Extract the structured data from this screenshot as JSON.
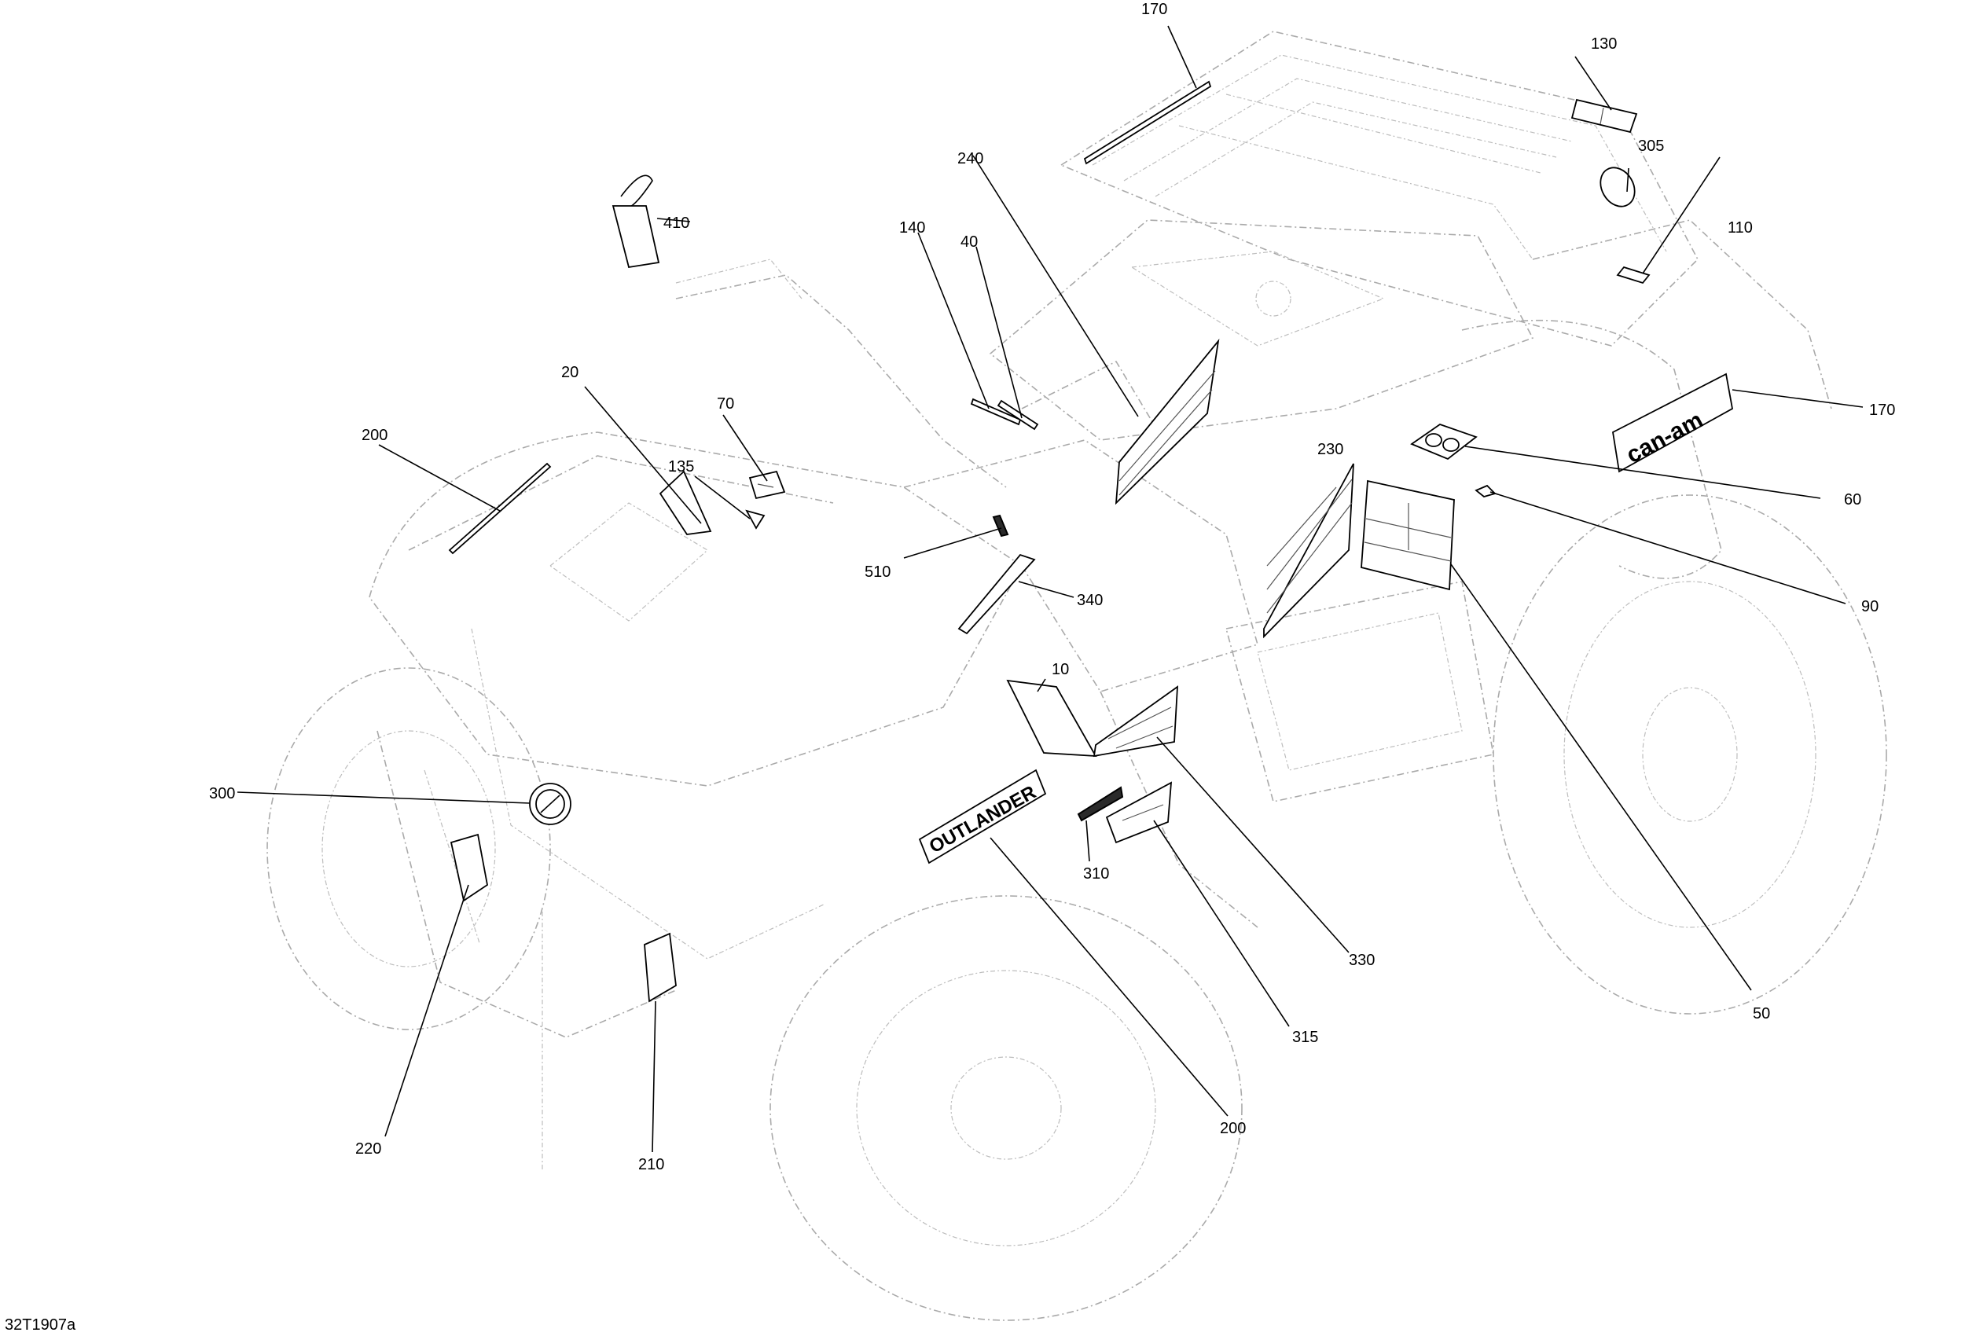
{
  "diagram": {
    "drawing_id": "32T1907a",
    "callouts": [
      {
        "id": "c170a",
        "label": "170"
      },
      {
        "id": "c130",
        "label": "130"
      },
      {
        "id": "c305",
        "label": "305"
      },
      {
        "id": "c110",
        "label": "110"
      },
      {
        "id": "c170b",
        "label": "170"
      },
      {
        "id": "c60",
        "label": "60"
      },
      {
        "id": "c90",
        "label": "90"
      },
      {
        "id": "c50",
        "label": "50"
      },
      {
        "id": "c240",
        "label": "240"
      },
      {
        "id": "c140",
        "label": "140"
      },
      {
        "id": "c40",
        "label": "40"
      },
      {
        "id": "c410",
        "label": "410"
      },
      {
        "id": "c20",
        "label": "20"
      },
      {
        "id": "c70",
        "label": "70"
      },
      {
        "id": "c135",
        "label": "135"
      },
      {
        "id": "c200a",
        "label": "200"
      },
      {
        "id": "c230",
        "label": "230"
      },
      {
        "id": "c510",
        "label": "510"
      },
      {
        "id": "c340",
        "label": "340"
      },
      {
        "id": "c10",
        "label": "10"
      },
      {
        "id": "c300",
        "label": "300"
      },
      {
        "id": "c310",
        "label": "310"
      },
      {
        "id": "c330",
        "label": "330"
      },
      {
        "id": "c315",
        "label": "315"
      },
      {
        "id": "c200b",
        "label": "200"
      },
      {
        "id": "c220",
        "label": "220"
      },
      {
        "id": "c210",
        "label": "210"
      }
    ],
    "decal_text": {
      "outlander": "OUTLANDER",
      "brand": "can-am"
    }
  }
}
